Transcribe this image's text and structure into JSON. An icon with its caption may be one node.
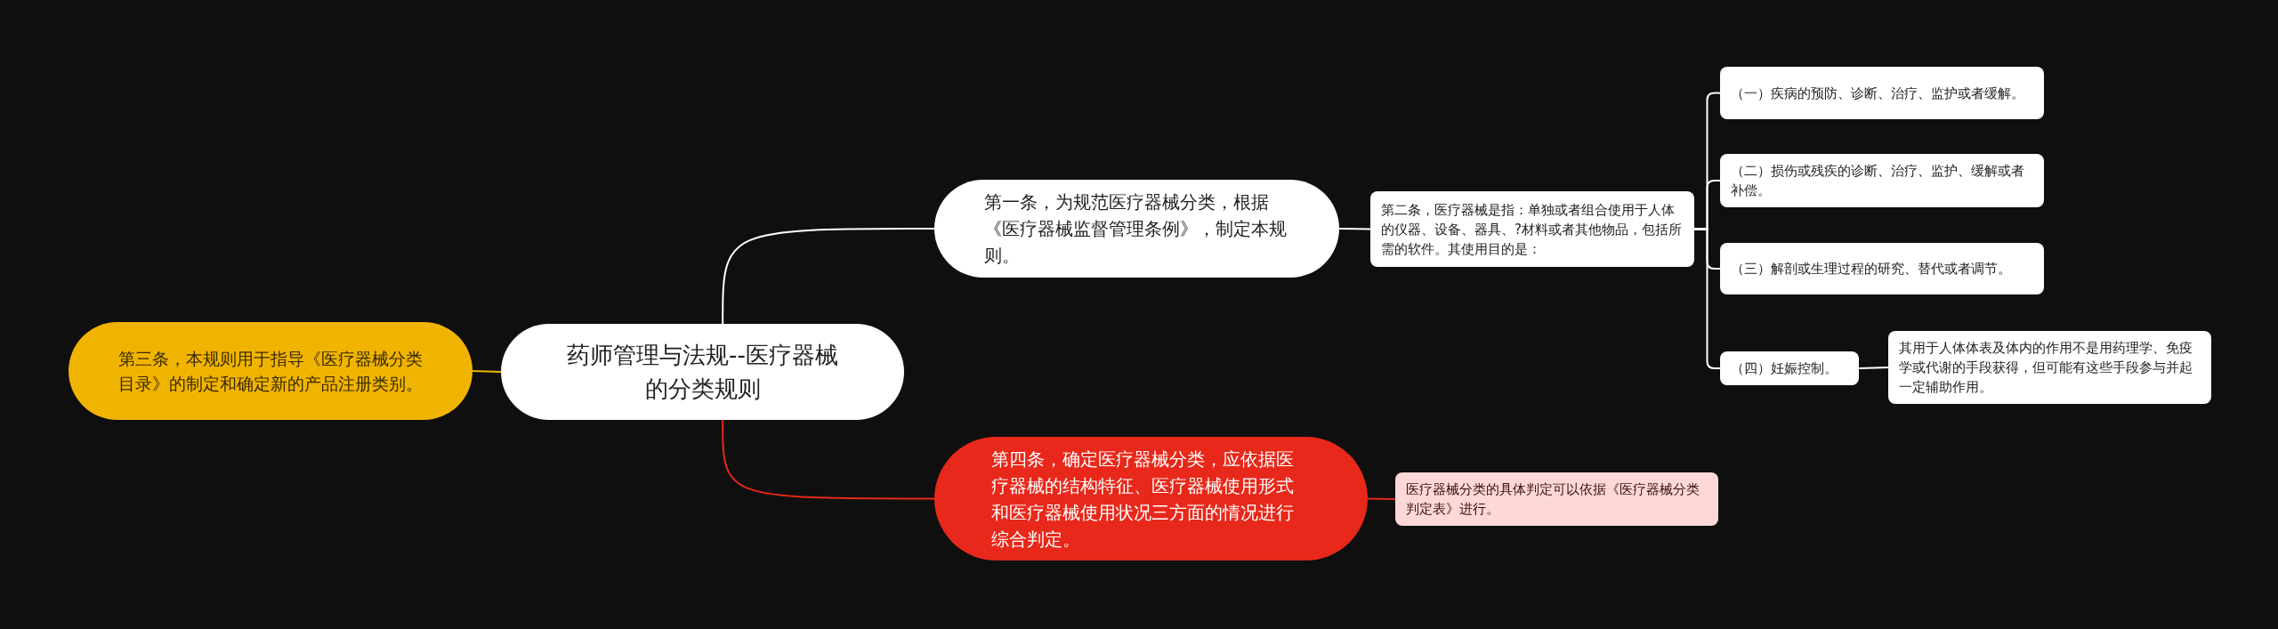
{
  "diagram": {
    "nodes": [
      {
        "text": [
          "药师管理与法规--医疗器械的分类规则"
        ]
      },
      {
        "text": [
          "第三条，本规则用于指导《医疗器械分类目录》的制定和确定新的产品注册类别。"
        ]
      },
      {
        "text": [
          "第一条，为规范医疗器械分类，根据《医疗器械监督管理条例》，制定本规则。"
        ]
      },
      {
        "text": [
          "第二条，医疗器械是指：单独或者组合使用于人体的仪器、设备、器具、?材料或者其他物品，包括所需的软件。其使用目的是："
        ]
      },
      {
        "text": [
          "（一）疾病的预防、诊断、治疗、监护或者缓解。"
        ]
      },
      {
        "text": [
          "（二）损伤或残疾的诊断、治疗、监护、缓解或者补偿。"
        ]
      },
      {
        "text": [
          "（三）解剖或生理过程的研究、替代或者调节。"
        ]
      },
      {
        "text": [
          "（四）妊娠控制。"
        ]
      },
      {
        "text": [
          "其用于人体体表及体内的作用不是用药理学、免疫学或代谢的手段获得，但可能有这些手段参与并起一定辅助作用。"
        ]
      },
      {
        "text": [
          "第四条，确定医疗器械分类，应依据医疗器械的结构特征、医疗器械使用形式和医疗器械使用状况三方面的情况进行综合判定。"
        ]
      },
      {
        "text": [
          "医疗器械分类的具体判定可以依据《医疗器械分类判定表》进行。"
        ]
      }
    ],
    "edges": [
      {
        "from": 0,
        "to": 1,
        "arrow": "none",
        "color": "#f0b400"
      },
      {
        "from": 0,
        "to": 2,
        "arrow": "none"
      },
      {
        "from": 2,
        "to": 3,
        "arrow": "none"
      },
      {
        "from": 3,
        "to": 4,
        "arrow": "none"
      },
      {
        "from": 3,
        "to": 5,
        "arrow": "none"
      },
      {
        "from": 3,
        "to": 6,
        "arrow": "none"
      },
      {
        "from": 3,
        "to": 7,
        "arrow": "none"
      },
      {
        "from": 7,
        "to": 8,
        "arrow": "none"
      },
      {
        "from": 0,
        "to": 9,
        "arrow": "none",
        "color": "#e8281a"
      },
      {
        "from": 9,
        "to": 10,
        "arrow": "none",
        "color": "#e8281a"
      }
    ]
  }
}
